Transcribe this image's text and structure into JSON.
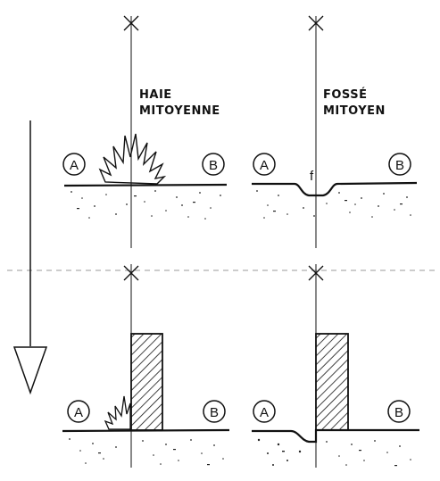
{
  "top_left": {
    "title_line1": "HAIE",
    "title_line2": "MITOYENNE",
    "marker_a": "A",
    "marker_b": "B"
  },
  "top_right": {
    "title_line1": "FOSSÉ",
    "title_line2": "MITOYEN",
    "marker_a": "A",
    "marker_b": "B",
    "ditch_label": "f"
  },
  "bottom_left": {
    "marker_a": "A",
    "marker_b": "B"
  },
  "bottom_right": {
    "marker_a": "A",
    "marker_b": "B"
  },
  "colors": {
    "ink": "#111111",
    "background": "#ffffff"
  }
}
